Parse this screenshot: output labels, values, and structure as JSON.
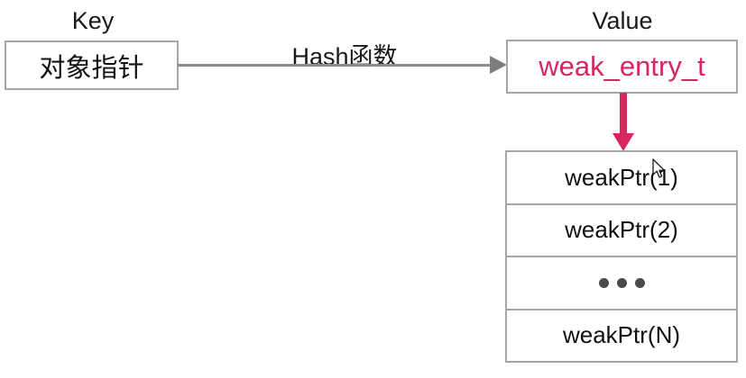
{
  "diagram": {
    "background_color": "#ffffff",
    "accent_color": "#d6275f",
    "line_color": "#8c8c8c",
    "key": {
      "caption": "Key",
      "box_label": "对象指针"
    },
    "value": {
      "caption": "Value",
      "box_label": "weak_entry_t"
    },
    "hash_edge": {
      "label": "Hash函数",
      "arrow_icon": "arrow-right-icon"
    },
    "entry_edge": {
      "arrow_icon": "arrow-down-icon"
    },
    "weak_table": {
      "rows": [
        {
          "label": "weakPtr(1)",
          "kind": "entry"
        },
        {
          "label": "weakPtr(2)",
          "kind": "entry"
        },
        {
          "label": "•••",
          "kind": "ellipsis"
        },
        {
          "label": "weakPtr(N)",
          "kind": "entry"
        }
      ]
    },
    "cursor": {
      "icon": "mouse-pointer-icon"
    }
  }
}
